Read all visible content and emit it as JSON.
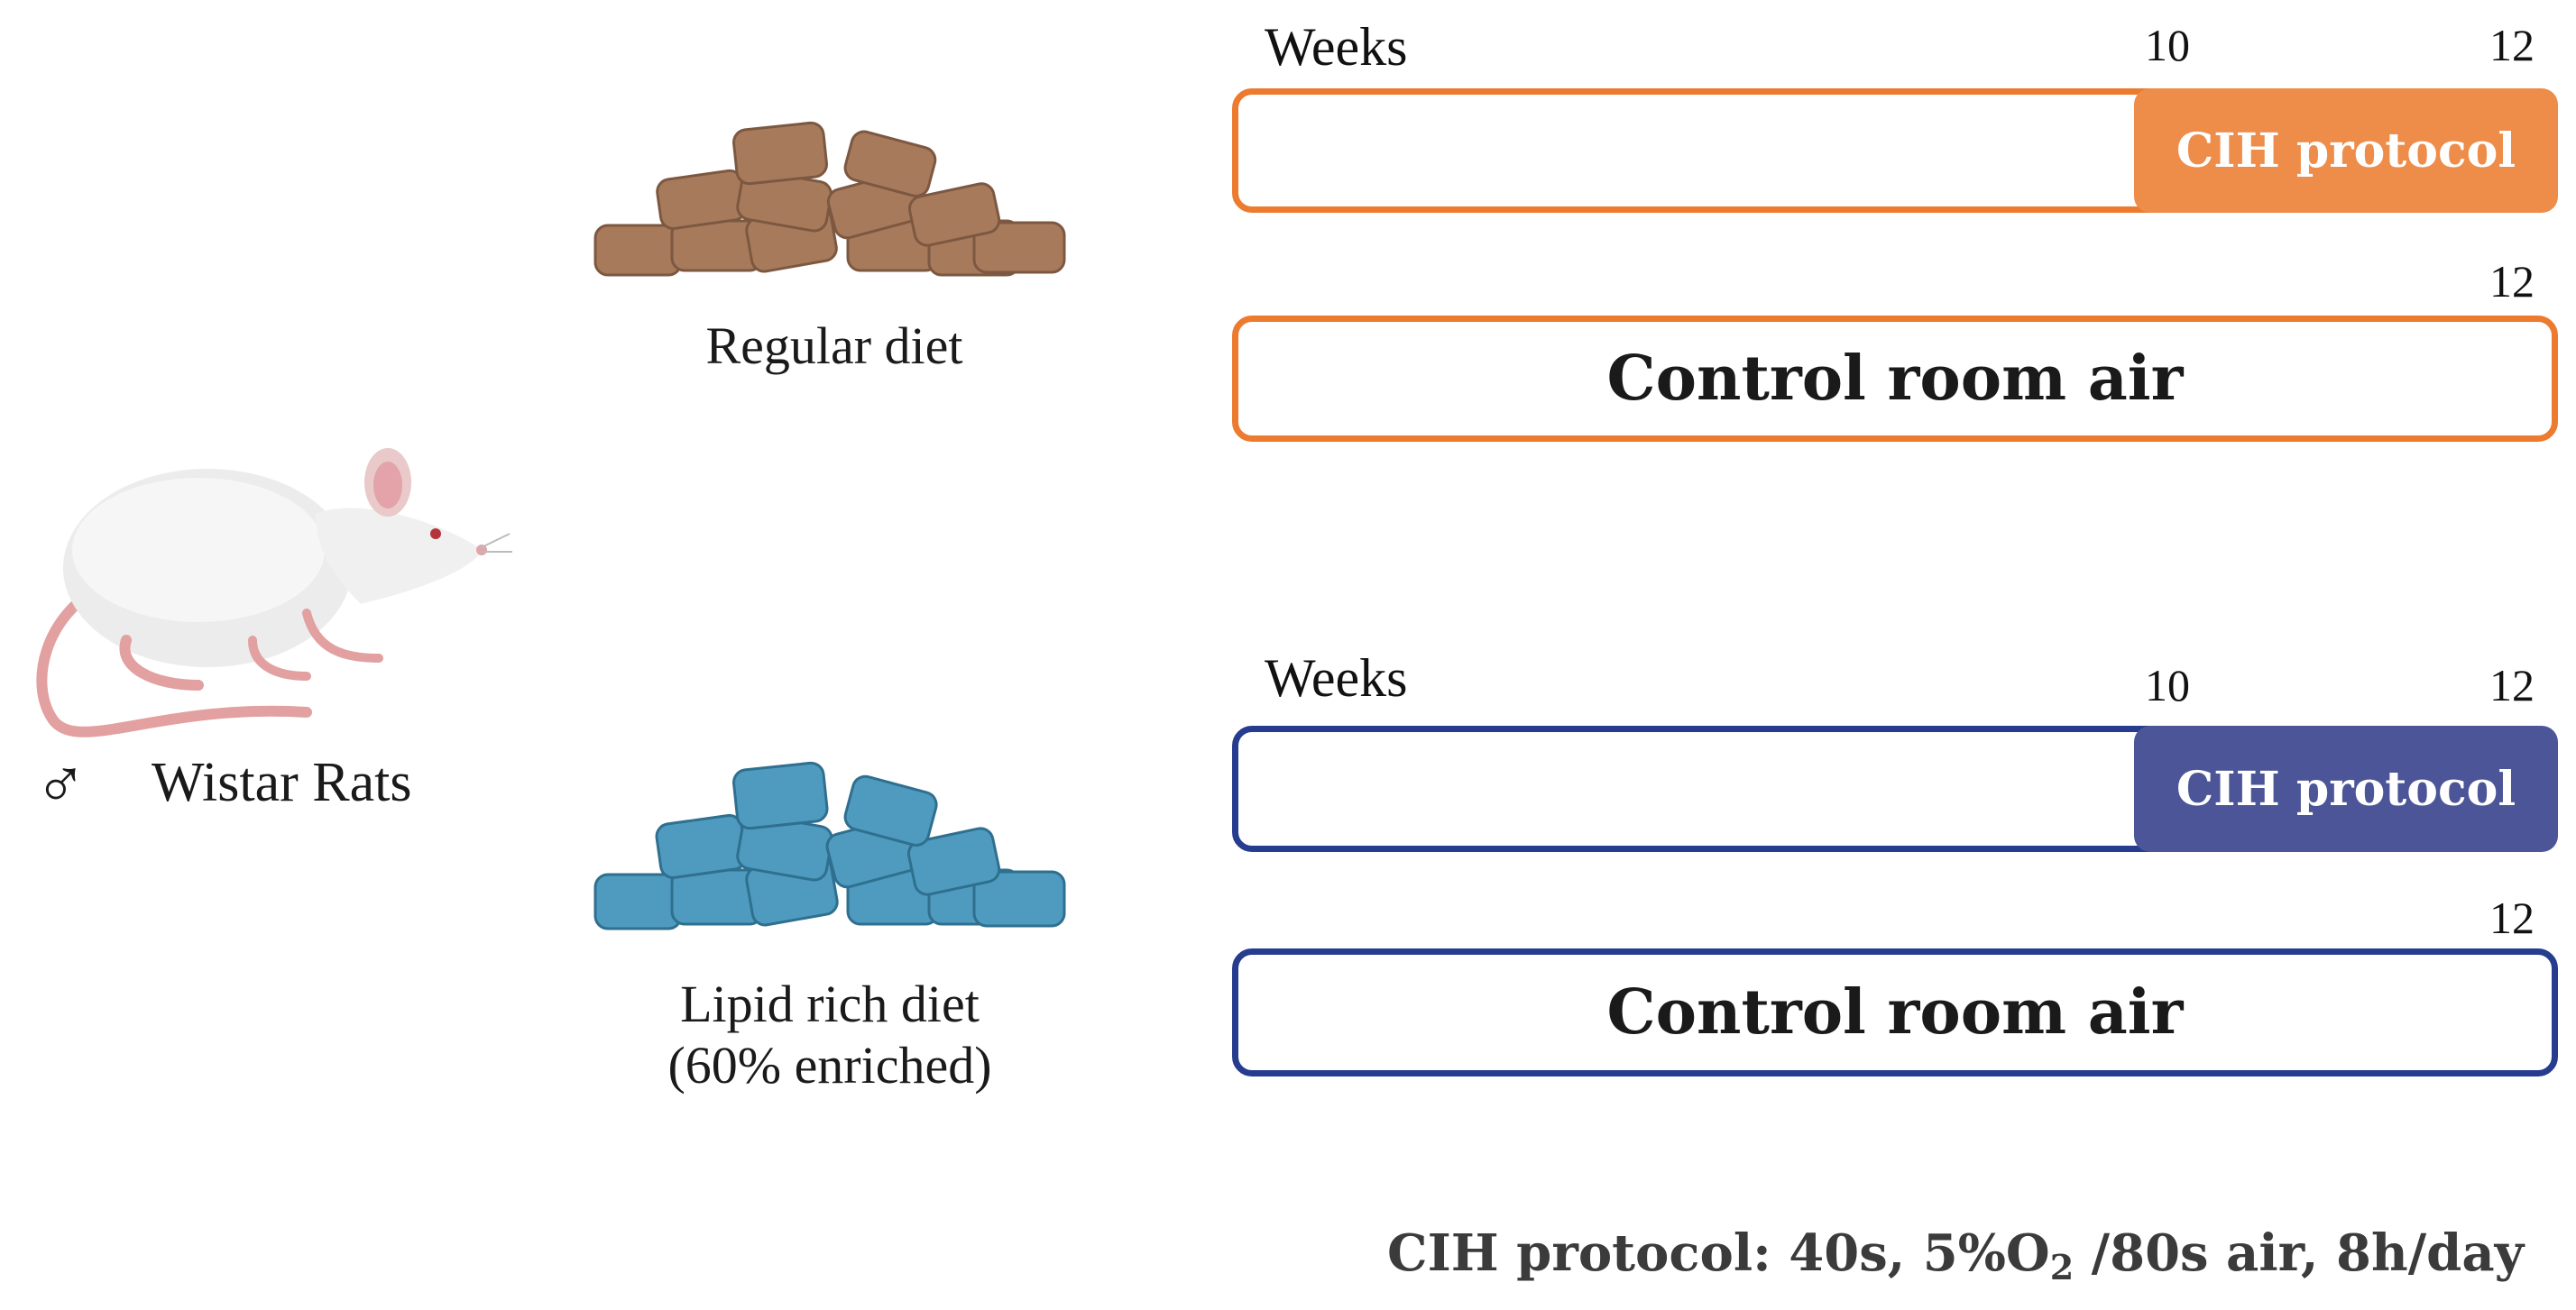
{
  "rats": {
    "symbol": "♂",
    "label": "Wistar Rats"
  },
  "diets": {
    "regular": {
      "label": "Regular diet",
      "color": "#a87a5c"
    },
    "lipid": {
      "label_line1": "Lipid rich diet",
      "label_line2": "(60% enriched)",
      "color": "#4f9bbf"
    }
  },
  "timelines": {
    "regular": {
      "weeks_label": "Weeks",
      "tick_cih_start": "10",
      "tick_end": "12",
      "cih_label": "CIH protocol",
      "control_tick_end": "12",
      "control_label": "Control room air",
      "color": "#ec7a2f"
    },
    "lipid": {
      "weeks_label": "Weeks",
      "tick_cih_start": "10",
      "tick_end": "12",
      "cih_label": "CIH protocol",
      "control_tick_end": "12",
      "control_label": "Control room air",
      "color": "#263c8e"
    }
  },
  "footnote": {
    "prefix": "CIH protocol: 40s, 5%",
    "o2": "O",
    "o2_sub": "2",
    "suffix": " /80s air, 8h/day"
  }
}
